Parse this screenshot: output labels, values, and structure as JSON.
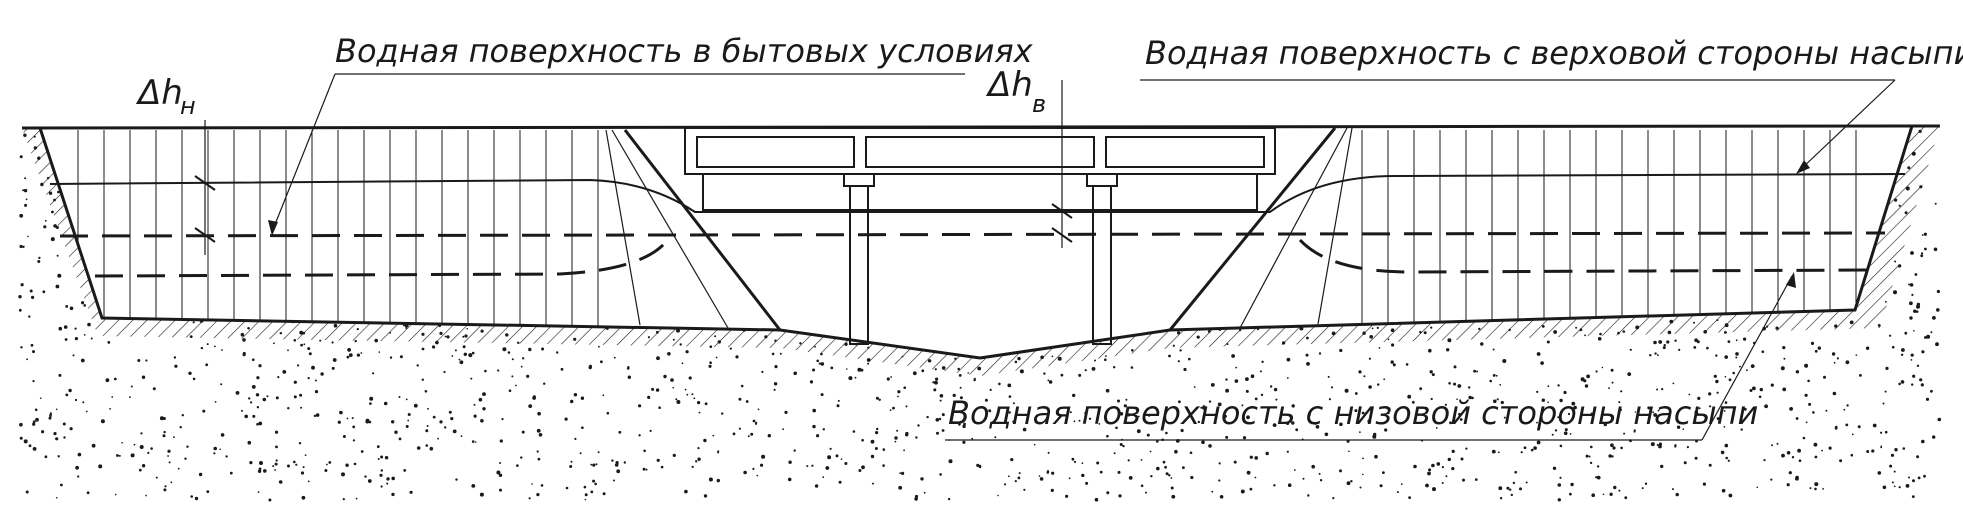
{
  "labels": {
    "natural_water": "Водная поверхность в бытовых условиях",
    "upstream_water": "Водная поверхность с верховой стороны насыпи",
    "downstream_water": "Водная поверхность с низовой стороны насыпи"
  },
  "symbols": {
    "delta_h_lower": {
      "delta": "Δh",
      "sub": "н"
    },
    "delta_h_upper": {
      "delta": "Δh",
      "sub": "в"
    }
  }
}
